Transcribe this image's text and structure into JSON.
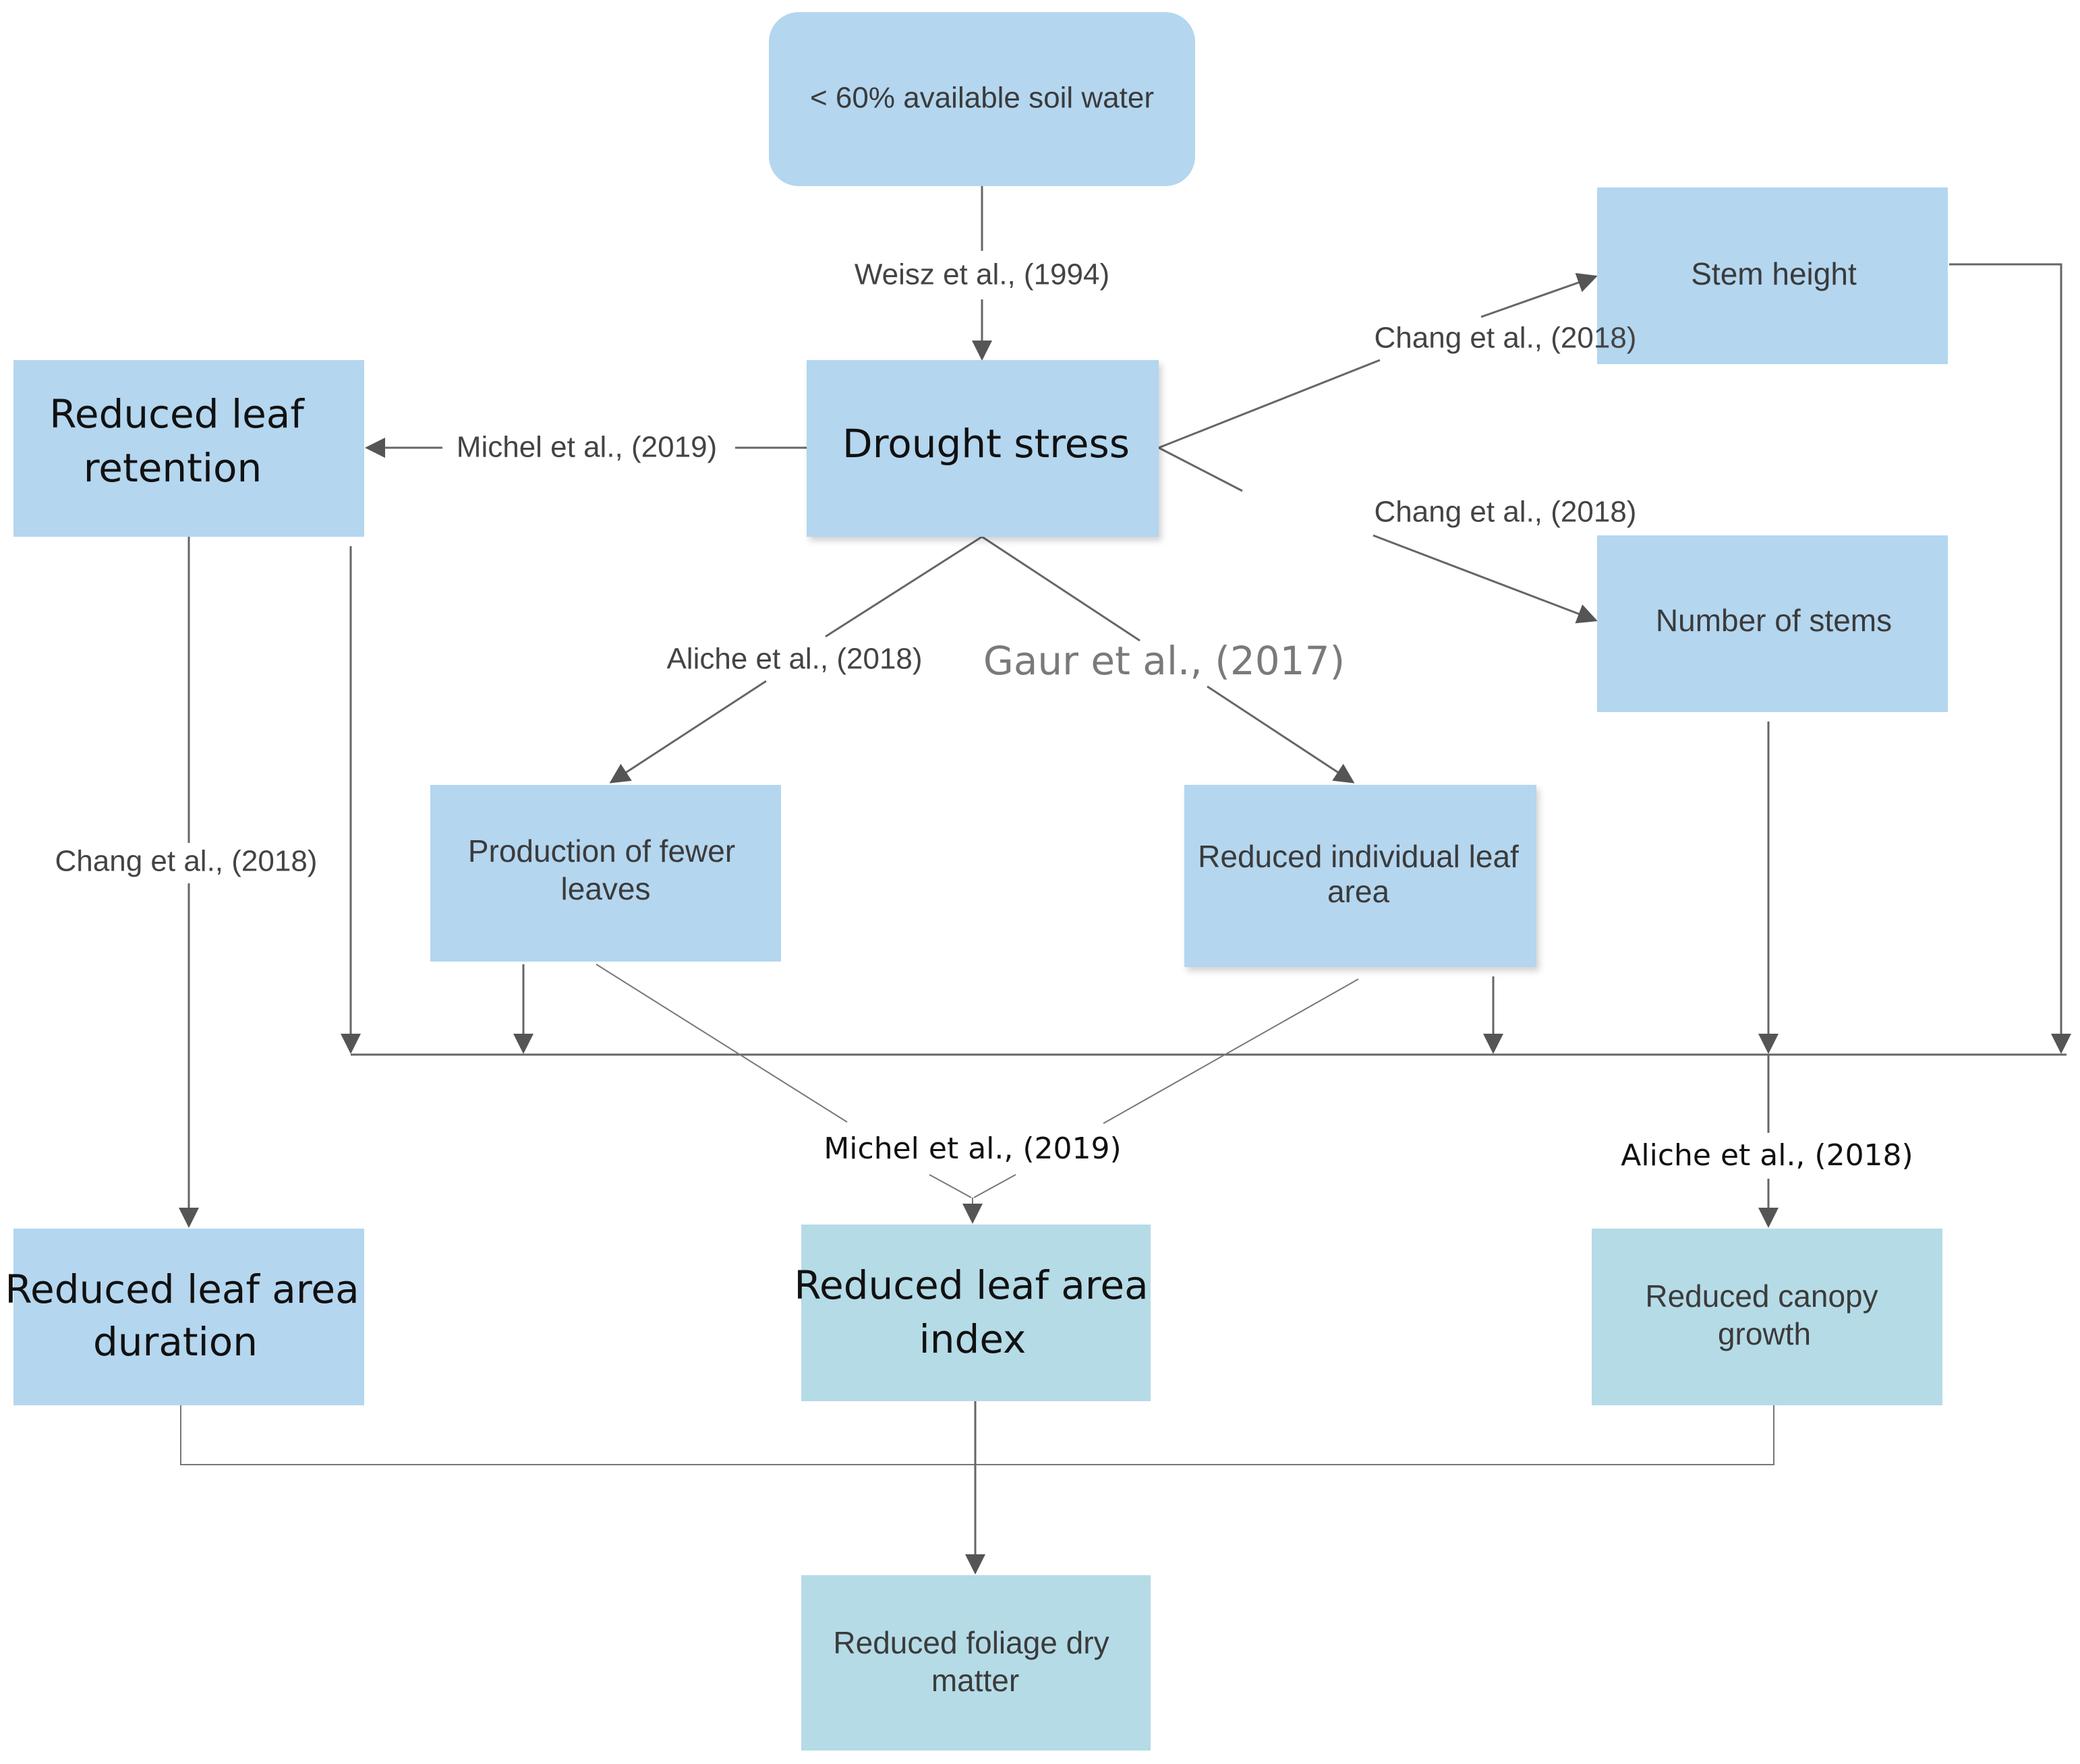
{
  "colors": {
    "box_fill": "#b4d6ef",
    "box_fill_teal": "#b5dbe7",
    "line": "#666666",
    "background": "#ffffff"
  },
  "nodes": {
    "soil_water": "< 60% available soil water",
    "drought_stress": "Drought stress",
    "reduced_leaf_retention_1": "Reduced leaf",
    "reduced_leaf_retention_2": "retention",
    "stem_height": "Stem height",
    "number_of_stems": "Number of stems",
    "fewer_leaves_1": "Production of fewer",
    "fewer_leaves_2": "leaves",
    "individual_leaf_area_1": "Reduced individual leaf",
    "individual_leaf_area_2": "area",
    "leaf_area_duration_1": "Reduced leaf area",
    "leaf_area_duration_2": "duration",
    "leaf_area_index_1": "Reduced leaf area",
    "leaf_area_index_2": "index",
    "canopy_growth_1": "Reduced canopy",
    "canopy_growth_2": "growth",
    "foliage_dry_matter_1": "Reduced foliage dry",
    "foliage_dry_matter_2": "matter"
  },
  "edge_labels": {
    "weisz_1994": "Weisz et al., (1994)",
    "michel_2019_top": "Michel et al., (2019)",
    "chang_2018_stem_height": "Chang et al., (2018)",
    "chang_2018_number_of_stems": "Chang et al., (2018)",
    "aliche_2018_left": "Aliche et al., (2018)",
    "gaur_2017": "Gaur et al., (2017)",
    "chang_2018_left": "Chang et al., (2018)",
    "michel_2019_bottom": "Michel et al., (2019)",
    "aliche_2018_right": "Aliche et al., (2018)"
  }
}
